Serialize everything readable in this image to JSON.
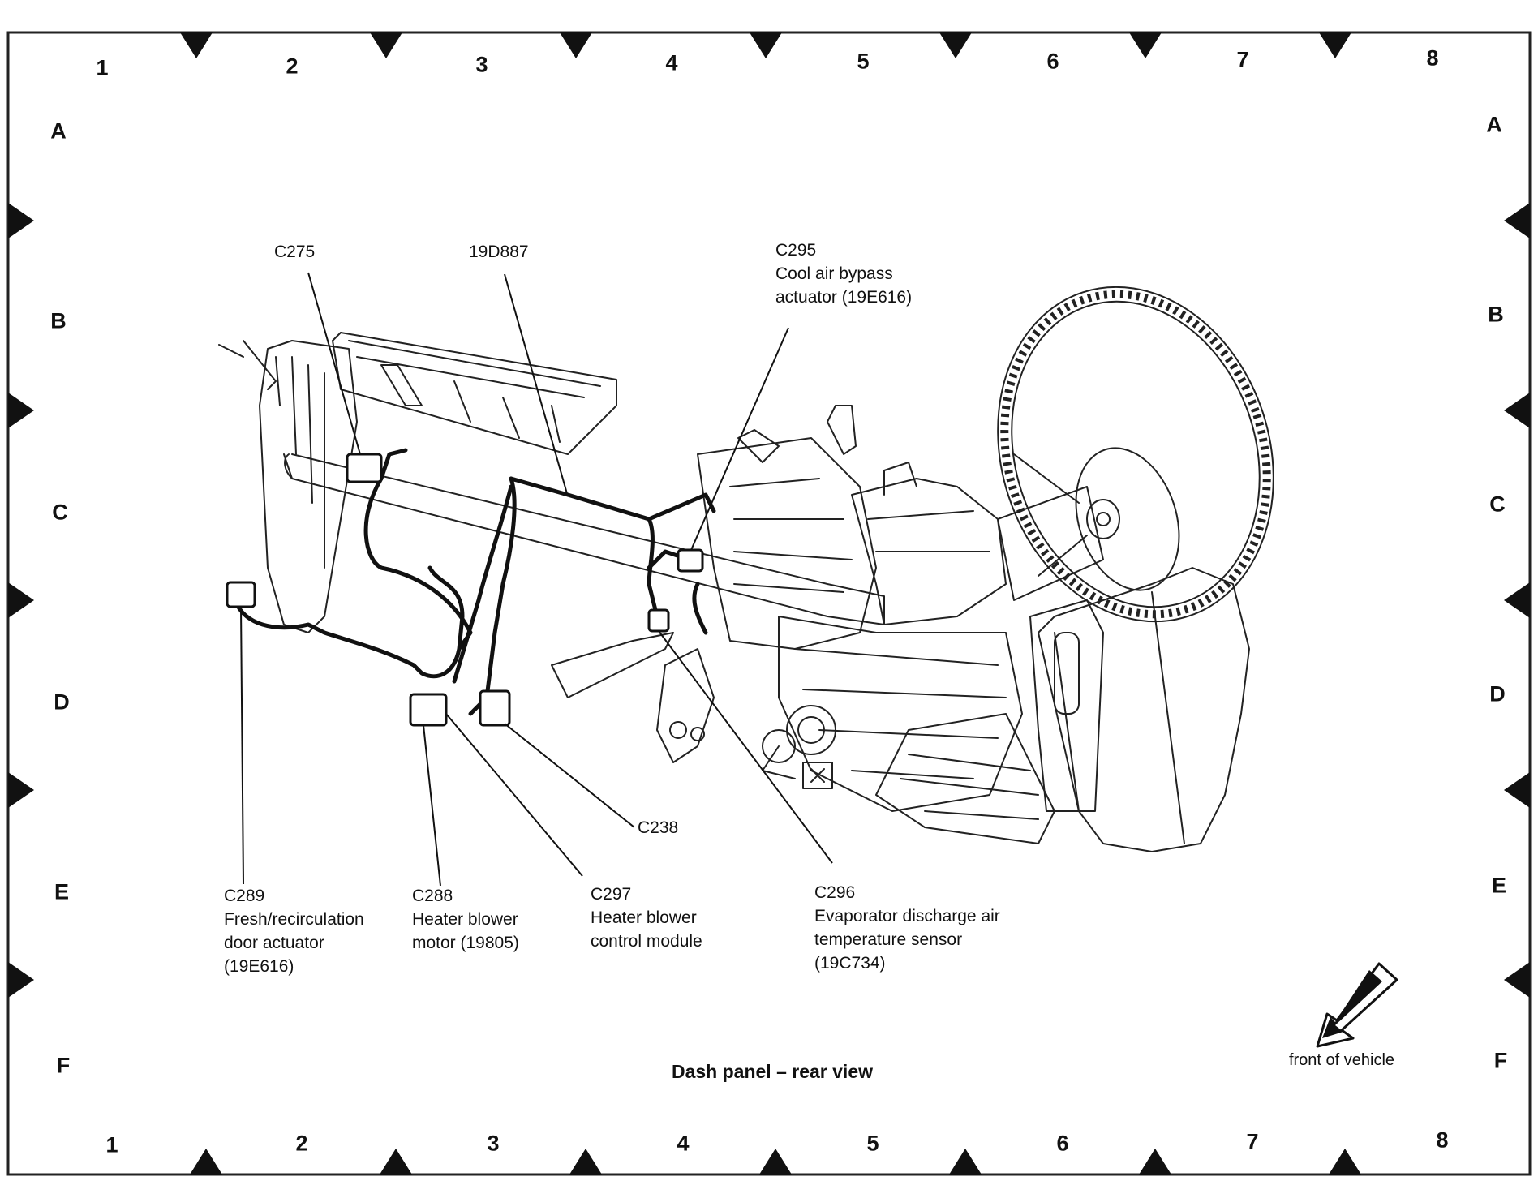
{
  "grid": {
    "columns_top": [
      "1",
      "2",
      "3",
      "4",
      "5",
      "6",
      "7",
      "8"
    ],
    "columns_bottom": [
      "1",
      "2",
      "3",
      "4",
      "5",
      "6",
      "7",
      "8"
    ],
    "rows_left": [
      "A",
      "B",
      "C",
      "D",
      "E",
      "F"
    ],
    "rows_right": [
      "A",
      "B",
      "C",
      "D",
      "E",
      "F"
    ]
  },
  "callouts": {
    "c275": {
      "code": "C275"
    },
    "d887": {
      "code": "19D887"
    },
    "c295": {
      "code": "C295",
      "line1": "Cool air bypass",
      "line2": "actuator (19E616)"
    },
    "c238": {
      "code": "C238"
    },
    "c289": {
      "code": "C289",
      "line1": "Fresh/recirculation",
      "line2": "door actuator",
      "line3": "(19E616)"
    },
    "c288": {
      "code": "C288",
      "line1": "Heater blower",
      "line2": "motor (19805)"
    },
    "c297": {
      "code": "C297",
      "line1": "Heater blower",
      "line2": "control module"
    },
    "c296": {
      "code": "C296",
      "line1": "Evaporator discharge air",
      "line2": "temperature sensor",
      "line3": "(19C734)"
    }
  },
  "caption": "Dash panel – rear view",
  "orientation": {
    "label": "front of vehicle",
    "icon": "arrow-icon"
  }
}
